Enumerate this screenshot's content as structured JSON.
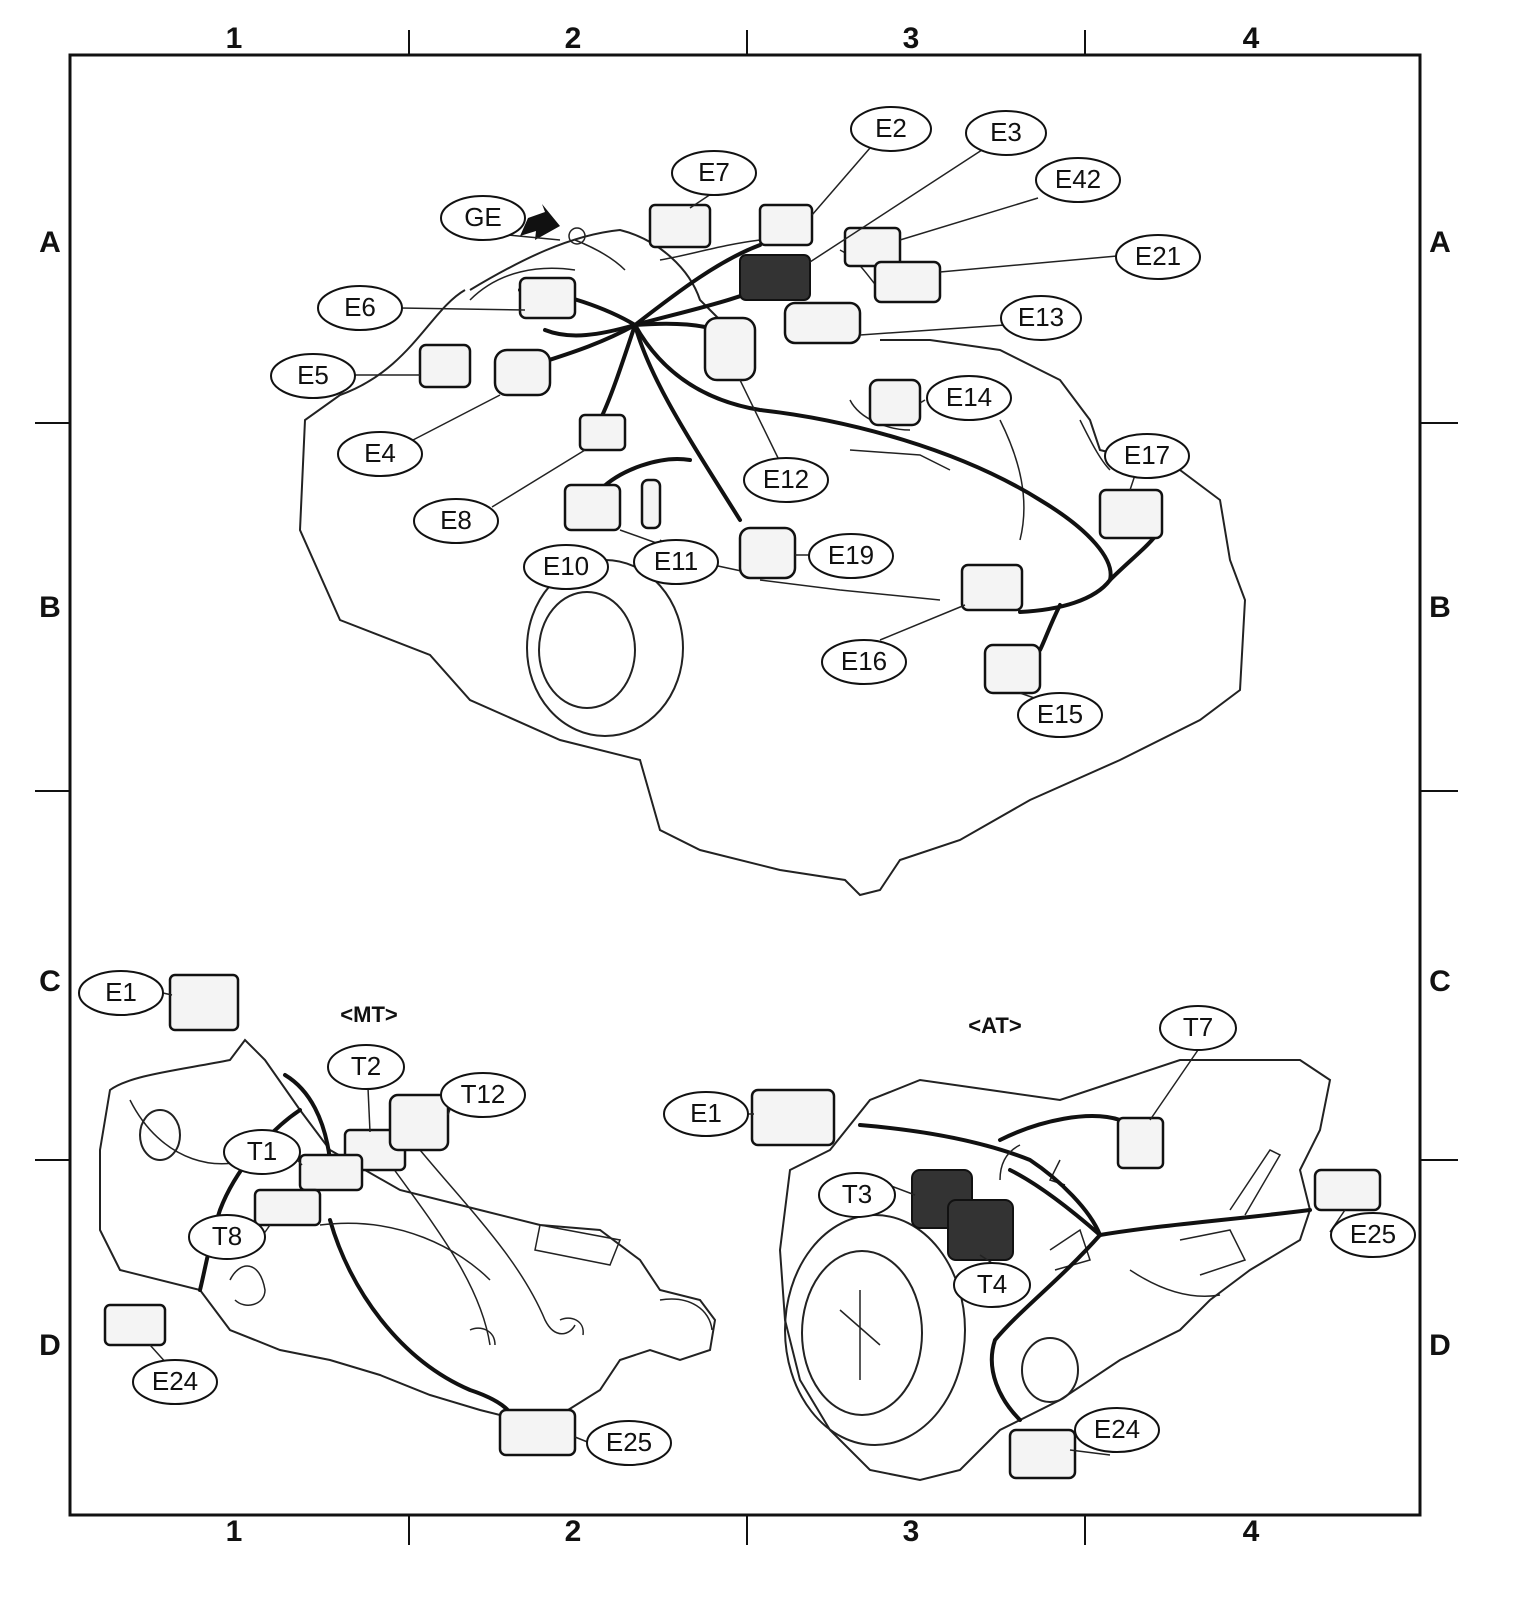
{
  "columns_top": [
    "1",
    "2",
    "3",
    "4"
  ],
  "columns_bottom": [
    "1",
    "2",
    "3",
    "4"
  ],
  "rows_left": [
    "A",
    "B",
    "C",
    "D"
  ],
  "rows_right": [
    "A",
    "B",
    "C",
    "D"
  ],
  "engine_callouts": [
    "GE",
    "E7",
    "E2",
    "E3",
    "E42",
    "E21",
    "E6",
    "E13",
    "E5",
    "E14",
    "E4",
    "E17",
    "E12",
    "E8",
    "E19",
    "E11",
    "E10",
    "E16",
    "E15"
  ],
  "mt": {
    "title": "<MT>",
    "callouts": [
      "E1",
      "T2",
      "T12",
      "T1",
      "T8",
      "E24",
      "E25"
    ]
  },
  "at": {
    "title": "<AT>",
    "callouts": [
      "T7",
      "E1",
      "T3",
      "T4",
      "E25",
      "E24"
    ]
  }
}
